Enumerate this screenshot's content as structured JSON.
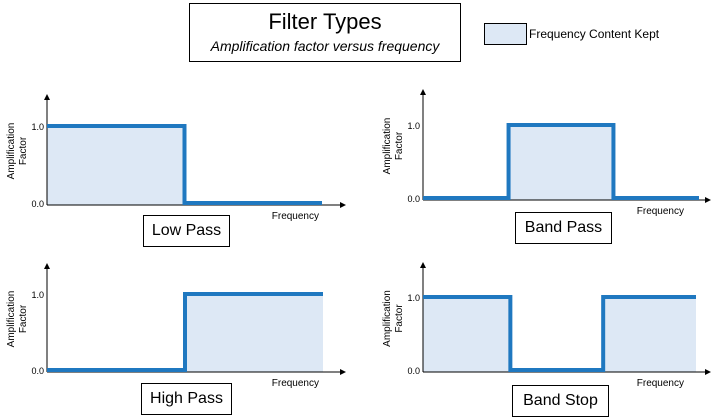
{
  "header": {
    "title": "Filter Types",
    "subtitle": "Amplification factor versus frequency"
  },
  "legend": {
    "label": "Frequency Content Kept",
    "fill_color": "#dde8f5",
    "line_color": "#1f78c0"
  },
  "chart_data": [
    {
      "type": "line",
      "name": "Low Pass",
      "ylabel": "Amplification Factor",
      "xlabel": "Frequency",
      "yticks": [
        "1.0",
        "0.0"
      ],
      "segments": [
        {
          "from": 0,
          "to": 0.5,
          "level": 1
        },
        {
          "from": 0.5,
          "to": 1,
          "level": 0
        }
      ]
    },
    {
      "type": "line",
      "name": "Band Pass",
      "ylabel": "Amplification Factor",
      "xlabel": "Frequency",
      "yticks": [
        "1.0",
        "0.0"
      ],
      "segments": [
        {
          "from": 0,
          "to": 0.31,
          "level": 0
        },
        {
          "from": 0.31,
          "to": 0.69,
          "level": 1
        },
        {
          "from": 0.69,
          "to": 1,
          "level": 0
        }
      ]
    },
    {
      "type": "line",
      "name": "High Pass",
      "ylabel": "Amplification Factor",
      "xlabel": "Frequency",
      "yticks": [
        "1.0",
        "0.0"
      ],
      "segments": [
        {
          "from": 0,
          "to": 0.5,
          "level": 0
        },
        {
          "from": 0.5,
          "to": 1,
          "level": 1
        }
      ]
    },
    {
      "type": "line",
      "name": "Band Stop",
      "ylabel": "Amplification Factor",
      "xlabel": "Frequency",
      "yticks": [
        "1.0",
        "0.0"
      ],
      "segments": [
        {
          "from": 0,
          "to": 0.32,
          "level": 1
        },
        {
          "from": 0.32,
          "to": 0.66,
          "level": 0
        },
        {
          "from": 0.66,
          "to": 1,
          "level": 1
        }
      ]
    }
  ]
}
